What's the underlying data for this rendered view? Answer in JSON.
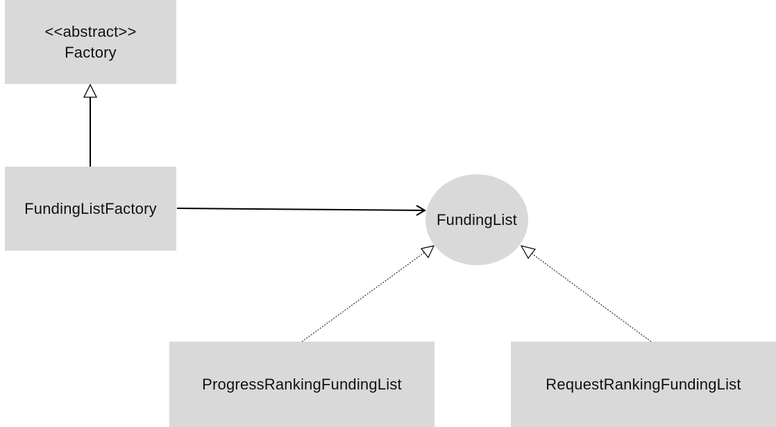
{
  "diagram": {
    "factory": {
      "stereotype": "<<abstract>>",
      "name": "Factory"
    },
    "funding_list_factory": {
      "name": "FundingListFactory"
    },
    "funding_list": {
      "name": "FundingList"
    },
    "progress_ranking_funding_list": {
      "name": "ProgressRankingFundingList"
    },
    "request_ranking_funding_list": {
      "name": "RequestRankingFundingList"
    },
    "relationships": [
      {
        "type": "inheritance",
        "from": "FundingListFactory",
        "to": "Factory"
      },
      {
        "type": "association",
        "from": "FundingListFactory",
        "to": "FundingList"
      },
      {
        "type": "realization",
        "from": "ProgressRankingFundingList",
        "to": "FundingList"
      },
      {
        "type": "realization",
        "from": "RequestRankingFundingList",
        "to": "FundingList"
      }
    ],
    "colors": {
      "node_fill": "#d9d9d9",
      "line": "#000000",
      "text": "#111111"
    }
  }
}
